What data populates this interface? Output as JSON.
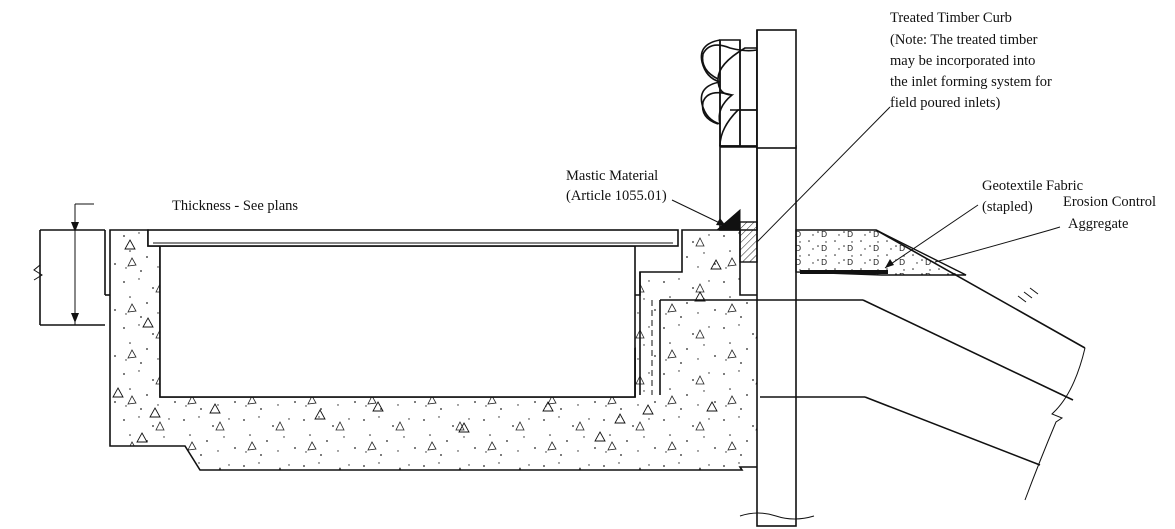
{
  "labels": {
    "thickness": "Thickness - See plans",
    "timber_curb": [
      "Treated Timber Curb",
      "(Note: The treated timber",
      "may be incorporated into",
      "the inlet forming system for",
      "field poured inlets)"
    ],
    "mastic": [
      "Mastic Material",
      "(Article 1055.01)"
    ],
    "geotextile": [
      "Geotextile Fabric",
      "(stapled)"
    ],
    "erosion": [
      "Erosion Control",
      "Aggregate"
    ]
  }
}
